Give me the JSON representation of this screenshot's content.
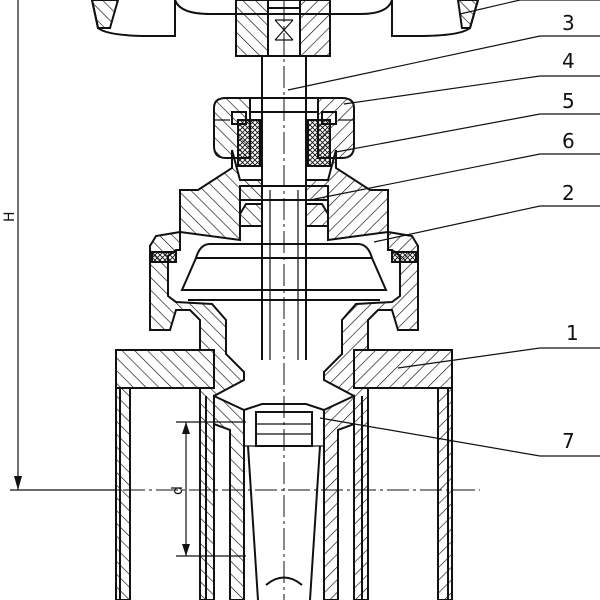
{
  "callouts": [
    {
      "id": "3",
      "text": "3"
    },
    {
      "id": "4",
      "text": "4"
    },
    {
      "id": "5",
      "text": "5"
    },
    {
      "id": "6",
      "text": "6"
    },
    {
      "id": "2",
      "text": "2"
    },
    {
      "id": "1",
      "text": "1"
    },
    {
      "id": "7",
      "text": "7"
    }
  ],
  "dimensions": {
    "height_label": "H",
    "diameter_label": "d"
  }
}
